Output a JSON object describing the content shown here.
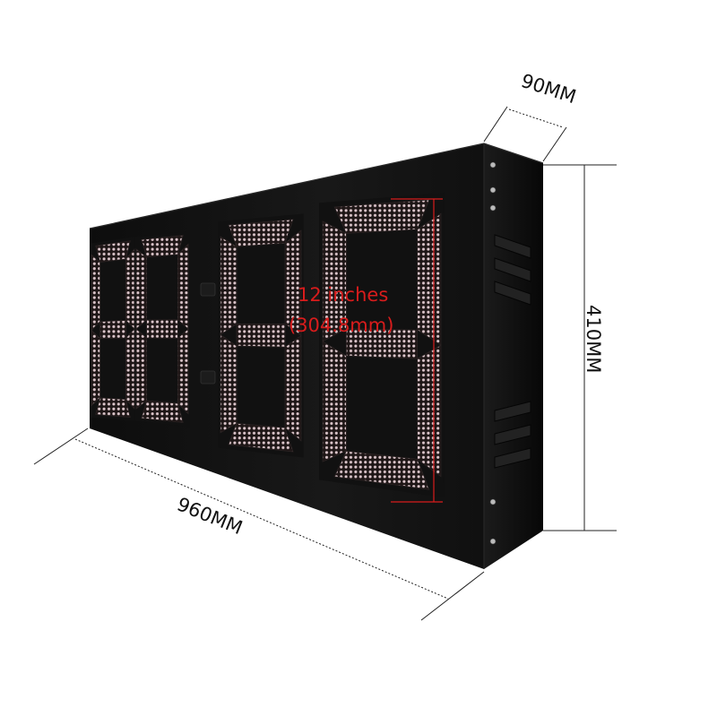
{
  "dimensions": {
    "depth": "90MM",
    "height": "410MM",
    "width": "960MM",
    "digit_height_line1": "12 inches",
    "digit_height_line2": "(304.8mm)"
  },
  "colors": {
    "case": "#151515",
    "case_side": "#0c0c0c",
    "segment": "#1a1a1a",
    "led": "#d9c3c8",
    "dimension_line": "#222222",
    "annotation": "#d81c1c"
  },
  "display": {
    "digits": [
      "8",
      "8",
      "8",
      "8"
    ],
    "separator": ":"
  }
}
